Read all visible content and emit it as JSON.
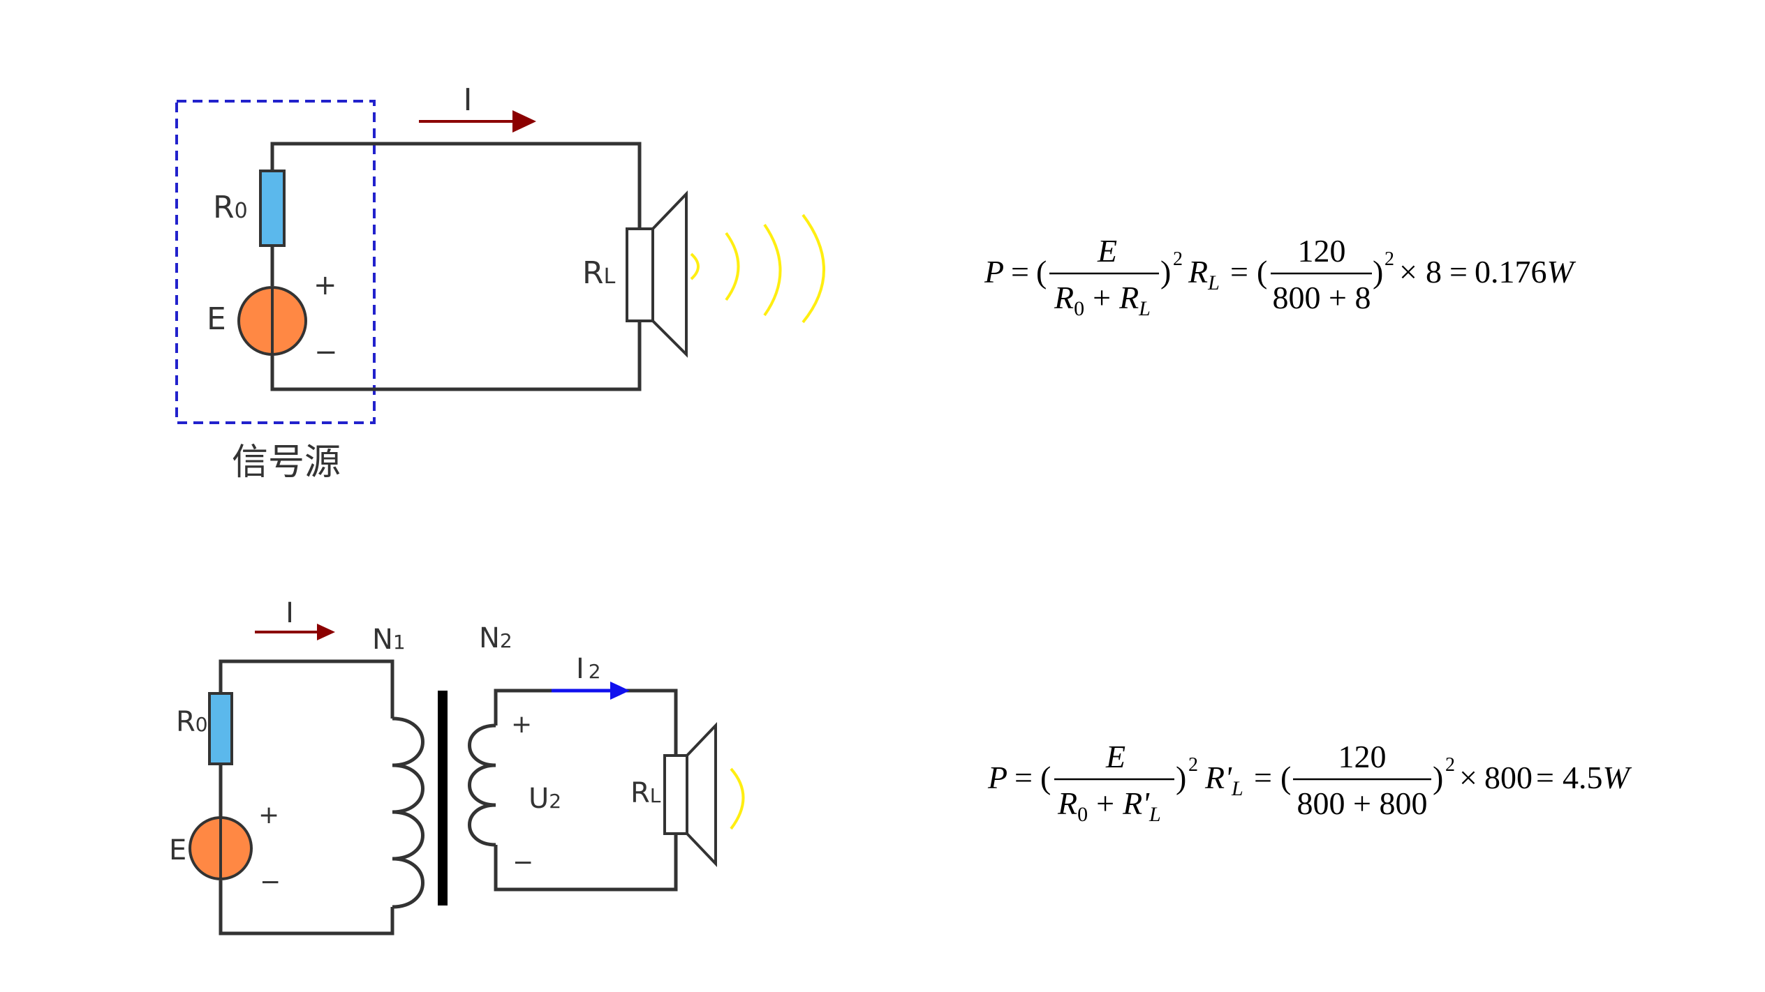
{
  "colors": {
    "wire": "#333333",
    "resistor": "#5bb8ec",
    "source": "#ff8844",
    "primary_current_arrow": "#8b0000",
    "secondary_current_arrow": "#1010ee",
    "sound_wave": "#ffee11",
    "signal_source_box": "#2222cc"
  },
  "circuit1": {
    "current_label": "I",
    "r0": {
      "main": "R",
      "sub": "0"
    },
    "rl": {
      "main": "R",
      "sub": "L"
    },
    "e_label": "E",
    "plus": "+",
    "minus": "−",
    "source_box_caption": "信号源"
  },
  "circuit2": {
    "current_label": "I",
    "r0": {
      "main": "R",
      "sub": "0"
    },
    "rl": {
      "main": "R",
      "sub": "L"
    },
    "e_label": "E",
    "plus": "+",
    "minus": "−",
    "sec_plus": "+",
    "sec_minus": "−",
    "n1": {
      "main": "N",
      "sub": "1"
    },
    "n2": {
      "main": "N",
      "sub": "2"
    },
    "i2": {
      "main": "I",
      "sub": "2"
    },
    "u2": {
      "main": "U",
      "sub": "2"
    }
  },
  "formula1": {
    "lhs": "P",
    "eq": "=",
    "open": "(",
    "close": ")",
    "num1": "E",
    "den1_a": "R",
    "den1_a_sub": "0",
    "plus": "+",
    "den1_b": "R",
    "den1_b_sub": "L",
    "sq": "2",
    "factor": "R",
    "factor_sub": "L",
    "num2": "120",
    "den2": "800 + 8",
    "times": "×",
    "mult": "8",
    "result": "0.176",
    "unit": "W"
  },
  "formula2": {
    "lhs": "P",
    "eq": "=",
    "open": "(",
    "close": ")",
    "num1": "E",
    "den1_a": "R",
    "den1_a_sub": "0",
    "plus": "+",
    "den1_b": "R'",
    "den1_b_sub": "L",
    "sq": "2",
    "factor": "R'",
    "factor_sub": "L",
    "num2": "120",
    "den2": "800 + 800",
    "times": "×",
    "mult": "800",
    "result": "4.5",
    "unit": "W"
  }
}
